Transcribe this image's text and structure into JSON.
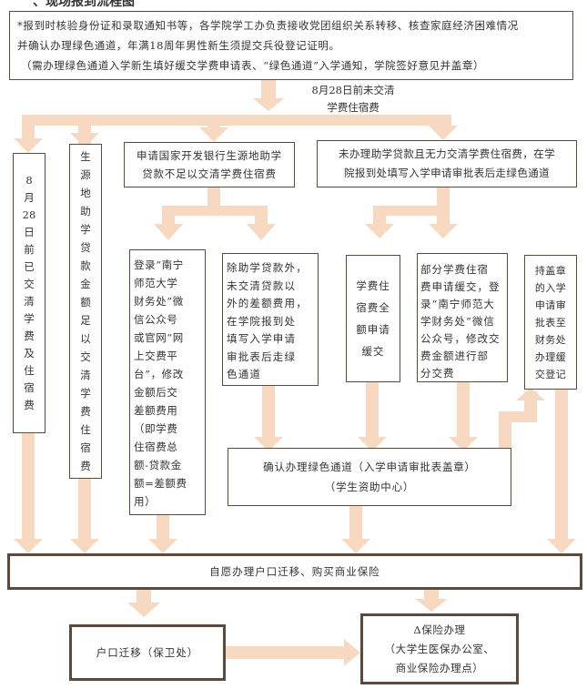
{
  "header": {
    "title": "、现场报到流程图",
    "line1": "*报到时核验身份证和录取通知书等，各学院学工办负责接收党团组织关系转移、核查家庭经济困难情况",
    "line2": "并确认办理绿色通道，年满18周年男性新生须提交兵役登记证明。",
    "line3": "（需办理绿色通道入学新生填好缓交学费申请表、“绿色通道”入学通知，学院签好意见并盖章）"
  },
  "note_unpaid": {
    "line1": "8月28日前未交清",
    "line2": "学费住宿费"
  },
  "col_paid": [
    "8",
    "月",
    "28",
    "日",
    "前",
    "已",
    "交",
    "清",
    "学",
    "费",
    "及",
    "住",
    "宿",
    "费"
  ],
  "col_loan_enough": [
    "生",
    "源",
    "地",
    "助",
    "学",
    "贷",
    "款",
    "金",
    "额",
    "足",
    "以",
    "交",
    "清",
    "学",
    "费",
    "住",
    "宿",
    "费"
  ],
  "box_cdb_loan": {
    "line1": "申请国家开发银行生源地助学",
    "line2": "贷款不足以交清学费住宿费"
  },
  "box_no_loan": {
    "line1": "未办理助学贷款且无力交清学费住宿费，在学",
    "line2": "院报到处填写入学申请审批表后走绿色通道"
  },
  "box_wechat_pay": [
    "登录“南宁",
    "师范大学",
    "财务处”微",
    "信公众号",
    "或官网“网",
    "上交费平",
    "台”，修改",
    "金额后交",
    "差额费用",
    "（即学费",
    "住宿费总",
    "额-贷款金",
    "额=差额费",
    "用）"
  ],
  "box_diff_green": [
    "除助学贷款外，",
    "未交清贷款以",
    "外的差额费用，",
    "在学院报到处",
    "填写入学申请",
    "审批表后走绿",
    "色通道"
  ],
  "box_full_defer": [
    "学费住",
    "宿费全",
    "额申请",
    "缓交"
  ],
  "box_partial_defer": [
    "部分学费住宿",
    "费申请缓交，登",
    "录“南宁师范大",
    "学财务处”微信",
    "公众号，修改交",
    "费金额进行部",
    "分交费"
  ],
  "box_finance_register": [
    "持盖章",
    "的入学",
    "申请审",
    "批表至",
    "财务处",
    "办理缓",
    "交登记"
  ],
  "box_confirm_green": {
    "line1": "确认办理绿色通道（入学申请审批表盖章）",
    "line2": "（学生资助中心）"
  },
  "box_voluntary": "自愿办理户口迁移、购买商业保险",
  "box_hukou": "户口迁移（保卫处）",
  "box_insurance": {
    "line1": "Δ保险办理",
    "line2": "（大学生医保办公室、",
    "line3": "商业保险办理点）"
  },
  "colors": {
    "arrow": "#f7d9c2",
    "border": "#5a4a3c",
    "text": "#333333"
  }
}
